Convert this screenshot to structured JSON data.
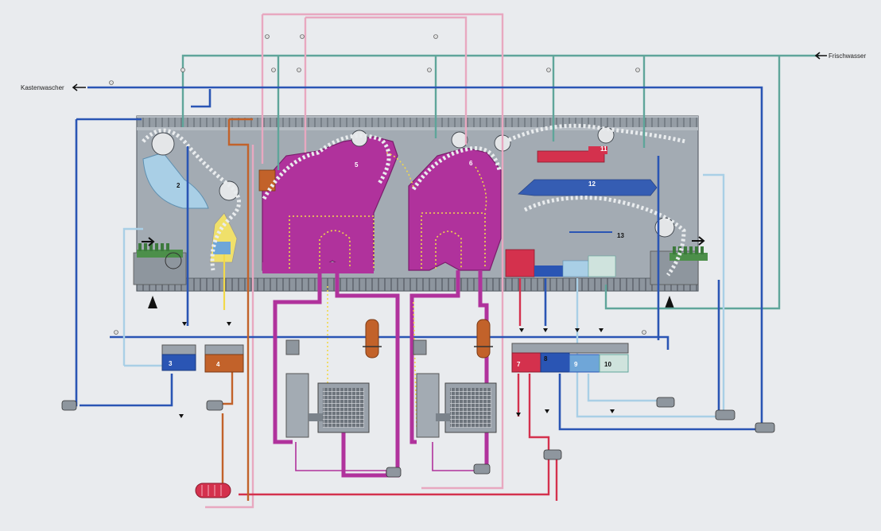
{
  "labels": {
    "kastenwascher": "Kastenwascher",
    "frischwasser": "Frischwasser"
  },
  "zones": {
    "z2": "2",
    "z5": "5",
    "z6": "6",
    "z11": "11",
    "z12": "12",
    "z13": "13"
  },
  "tanks": {
    "t3": "3",
    "t4": "4",
    "t7": "7",
    "t8": "8",
    "t9": "9",
    "t10": "10"
  },
  "colors": {
    "blue": "#2a55b4",
    "teal": "#5fa59a",
    "pink": "#e8a8c0",
    "magenta": "#b0329c",
    "orange": "#c2622a",
    "red": "#d4314d",
    "lightblue": "#a9cfe6",
    "machine": "#9aa2ab"
  }
}
